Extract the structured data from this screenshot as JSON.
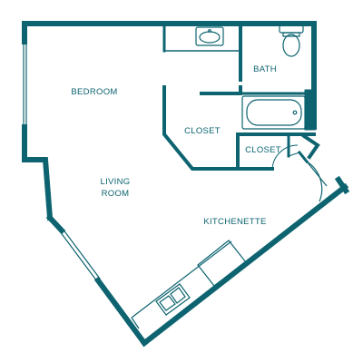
{
  "colors": {
    "wall": "#0d6470",
    "fixture_line": "#0d6470",
    "label": "#0d6470",
    "background": "#ffffff"
  },
  "rooms": {
    "bedroom": "BEDROOM",
    "living_line1": "LIVING",
    "living_line2": "ROOM",
    "bath": "BATH",
    "closet_main": "CLOSET",
    "closet_small": "CLOSET",
    "kitchenette": "KITCHENETTE"
  },
  "fixtures": [
    "sink-icon",
    "toilet-icon",
    "bathtub-icon",
    "kitchen-sink-icon",
    "stove-icon",
    "door-swing-icon"
  ]
}
